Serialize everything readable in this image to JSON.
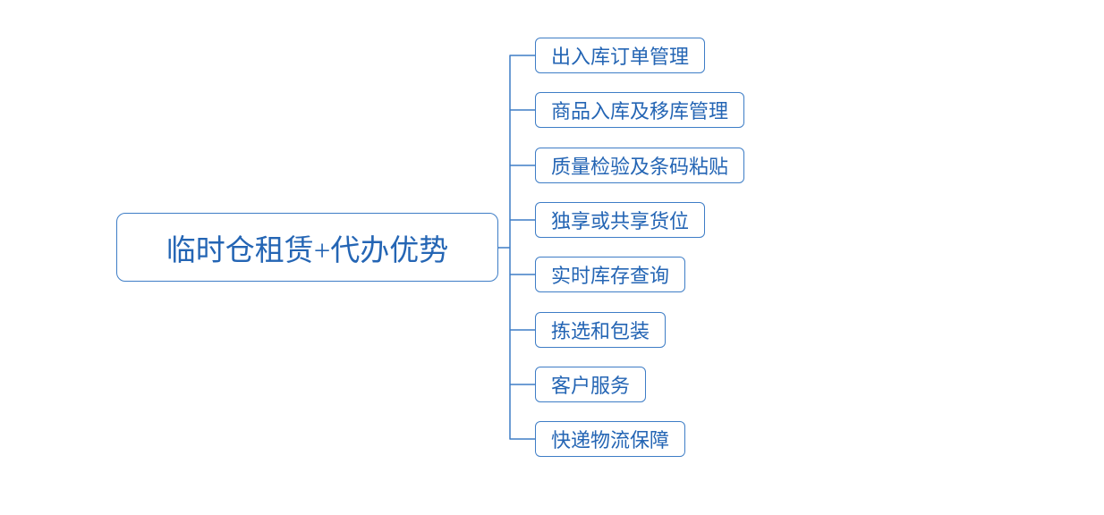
{
  "diagram": {
    "type": "mindmap",
    "root": {
      "label": "临时仓租赁+代办优势"
    },
    "branches": [
      {
        "label": "出入库订单管理"
      },
      {
        "label": "商品入库及移库管理"
      },
      {
        "label": "质量检验及条码粘贴"
      },
      {
        "label": "独享或共享货位"
      },
      {
        "label": "实时库存查询"
      },
      {
        "label": "拣选和包装"
      },
      {
        "label": "客户服务"
      },
      {
        "label": "快递物流保障"
      }
    ],
    "colors": {
      "node_border": "#3e7dc6",
      "node_text": "#2465b4",
      "connector": "#3e7dc6",
      "background": "#ffffff"
    }
  }
}
